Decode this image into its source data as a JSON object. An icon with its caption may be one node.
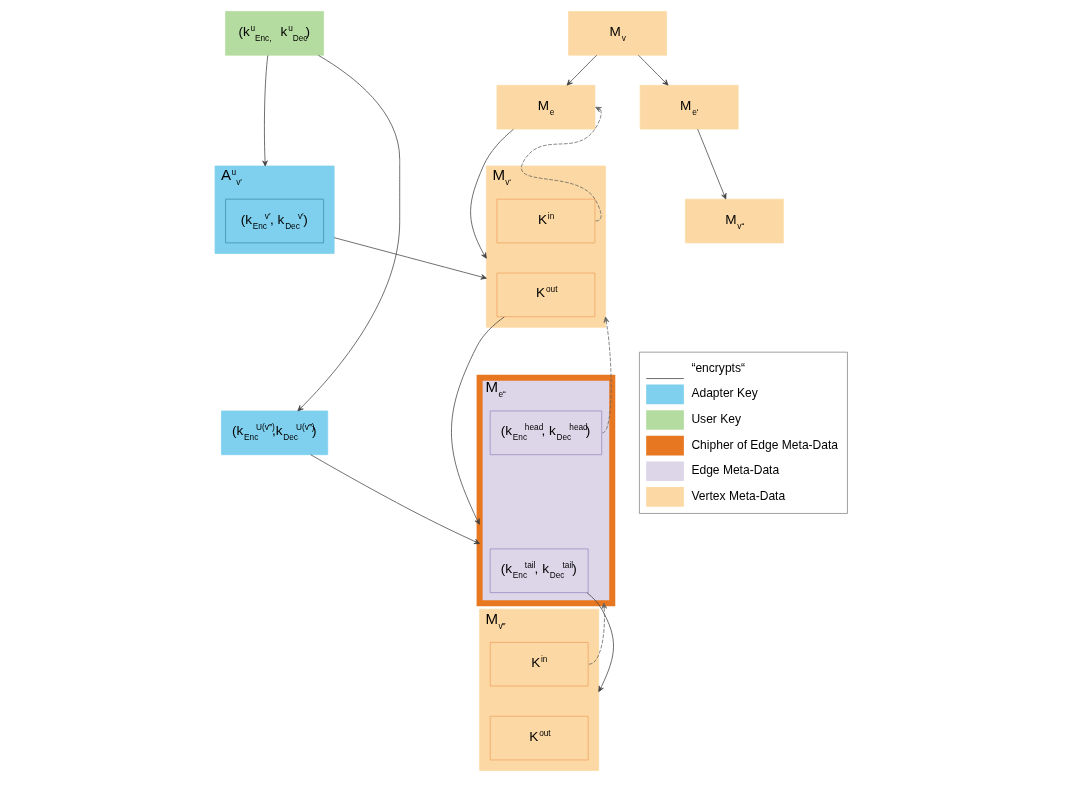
{
  "diagram": {
    "nodes": [
      {
        "text": [
          "(k$^{u}$$_{Enc,}$ k$^{u}$$_{Dec}$)"
        ]
      },
      {
        "text": [
          "M$_{v}$"
        ]
      },
      {
        "text": [
          "M$_{e}$"
        ]
      },
      {
        "text": [
          "M$_{e‘}$"
        ]
      },
      {
        "text": [
          "A$^{u}$$_{v′}$"
        ]
      },
      {
        "text": [
          "(k$_{Enc}$$^{v′}$, k$_{Dec}$$^{v′}$)"
        ],
        "in": 4
      },
      {
        "text": [
          "M$_{v‘}$"
        ]
      },
      {
        "text": [
          "K$^{in}$"
        ],
        "in": 6
      },
      {
        "text": [
          "K$^{out}$"
        ],
        "in": 6
      },
      {
        "text": [
          "M$_{v“}$"
        ]
      },
      {
        "text": [
          "(k$_{Enc}$$^{U(v‴)}$,k$_{Dec}$$^{U(v‴)}$)"
        ]
      },
      {
        "text": [
          "M$_{e“}$"
        ]
      },
      {
        "text": [
          "(k$_{Enc}$$^{head}$, k$_{Dec}$$^{head}$)"
        ],
        "in": 11
      },
      {
        "text": [
          "(k$_{Enc}$$^{tail}$, k$_{Dec}$$^{tail}$)"
        ],
        "in": 11
      },
      {
        "text": [
          "M$_{v‴}$"
        ]
      },
      {
        "text": [
          "K$^{in}$"
        ],
        "in": 14
      },
      {
        "text": [
          "K$^{out}$"
        ],
        "in": 14
      }
    ],
    "edges": [
      {
        "from": 0,
        "to": 4,
        "arrow": "to"
      },
      {
        "from": 0,
        "to": 10,
        "arrow": "to"
      },
      {
        "from": 1,
        "to": 2,
        "arrow": "to"
      },
      {
        "from": 1,
        "to": 3,
        "arrow": "to"
      },
      {
        "from": 2,
        "to": 6,
        "arrow": "to"
      },
      {
        "from": 3,
        "to": 9,
        "arrow": "to"
      },
      {
        "from": 4,
        "to": 6,
        "arrow": "to"
      },
      {
        "from": 7,
        "to": 2,
        "arrow": "to",
        "style": "dashed"
      },
      {
        "from": 8,
        "to": 11,
        "arrow": "to"
      },
      {
        "from": 10,
        "to": 11,
        "arrow": "to"
      },
      {
        "from": 12,
        "to": 6,
        "arrow": "to",
        "style": "dashed"
      },
      {
        "from": 13,
        "to": 14,
        "arrow": "to"
      },
      {
        "from": 15,
        "to": 11,
        "arrow": "to",
        "style": "dashed"
      }
    ],
    "legend": [
      {
        "text": "“encrypts“"
      },
      {
        "text": "Adapter Key",
        "color": "#7fd0ee"
      },
      {
        "text": "User Key",
        "color": "#b5dca0"
      },
      {
        "text": "Chipher of Edge Meta-Data",
        "color": "#e87722"
      },
      {
        "text": "Edge Meta-Data",
        "color": "#dcd6e8"
      },
      {
        "text": "Vertex Meta-Data",
        "color": "#fcd9a4"
      }
    ]
  }
}
